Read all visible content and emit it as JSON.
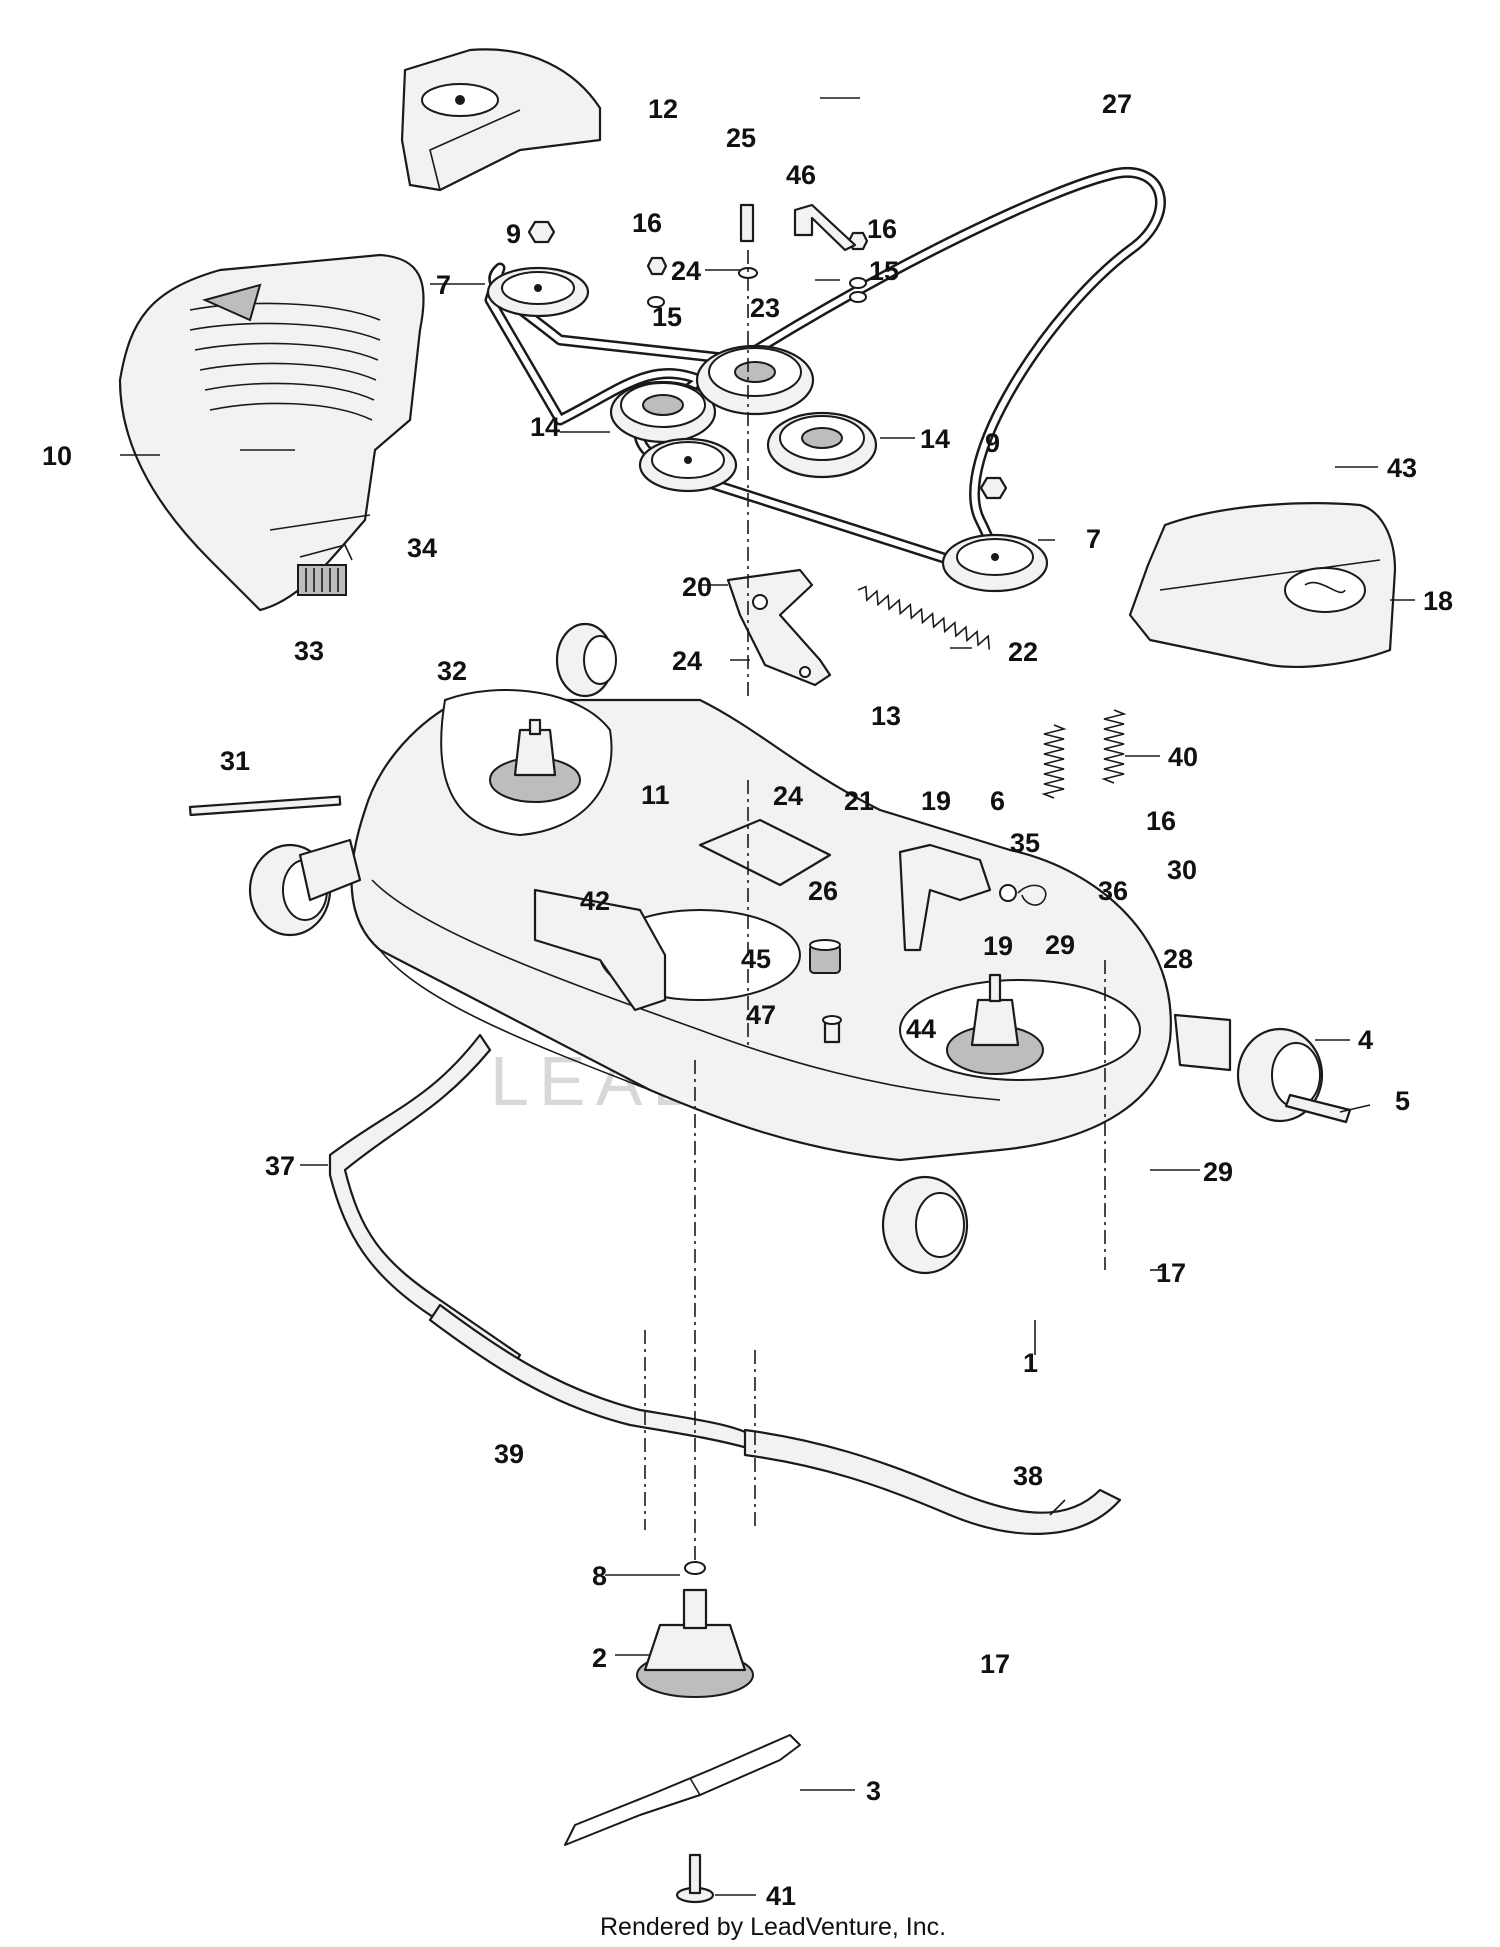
{
  "callouts": {
    "c1": "1",
    "c2": "2",
    "c3": "3",
    "c4": "4",
    "c5": "5",
    "c6": "6",
    "c7a": "7",
    "c7b": "7",
    "c8": "8",
    "c9a": "9",
    "c9b": "9",
    "c10": "10",
    "c11": "11",
    "c12": "12",
    "c13": "13",
    "c14a": "14",
    "c14b": "14",
    "c15a": "15",
    "c15b": "15",
    "c16a": "16",
    "c16b": "16",
    "c16c": "16",
    "c17a": "17",
    "c17b": "17",
    "c18": "18",
    "c19a": "19",
    "c19b": "19",
    "c20": "20",
    "c21": "21",
    "c22": "22",
    "c23": "23",
    "c24a": "24",
    "c24b": "24",
    "c24c": "24",
    "c25": "25",
    "c26": "26",
    "c27": "27",
    "c28": "28",
    "c29a": "29",
    "c29b": "29",
    "c30": "30",
    "c31": "31",
    "c32": "32",
    "c33": "33",
    "c34": "34",
    "c35": "35",
    "c36": "36",
    "c37": "37",
    "c38": "38",
    "c39": "39",
    "c40": "40",
    "c41": "41",
    "c42": "42",
    "c43": "43",
    "c44": "44",
    "c45": "45",
    "c46": "46",
    "c47": "47"
  },
  "watermark": "LEADVENTURE",
  "credit": "Rendered by LeadVenture, Inc."
}
